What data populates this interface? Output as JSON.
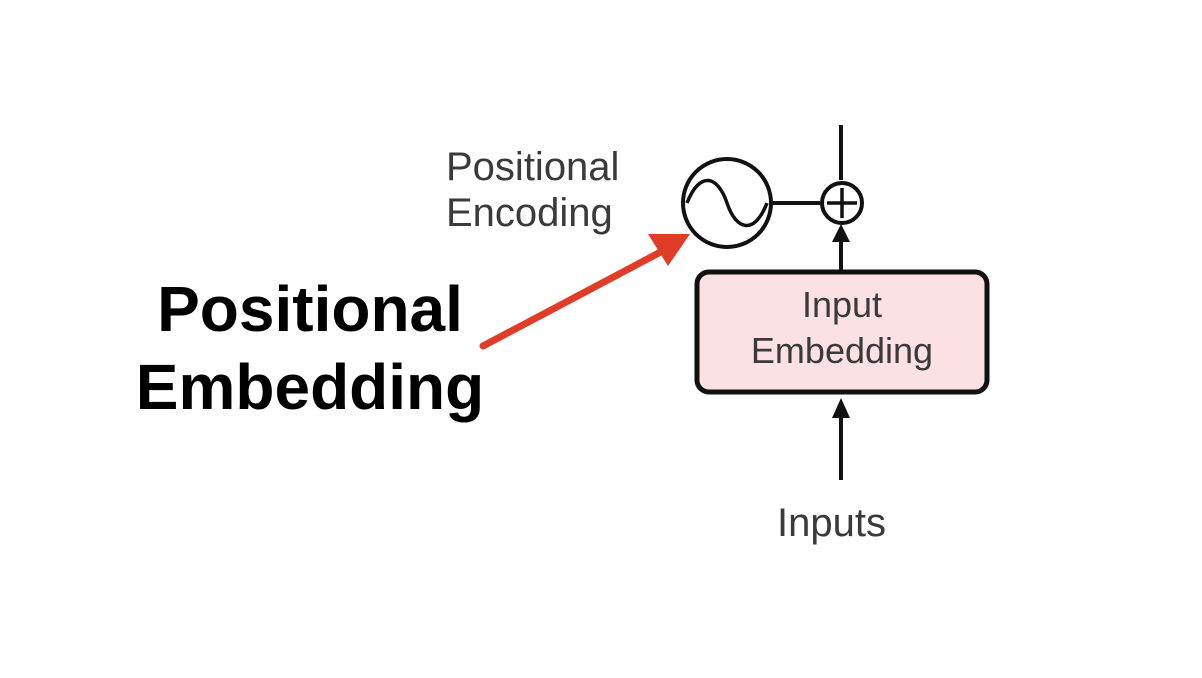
{
  "diagram": {
    "positional_encoding_label": [
      "Positional",
      "Encoding"
    ],
    "input_embedding_label": [
      "Input",
      "Embedding"
    ],
    "inputs_label": "Inputs",
    "annotation": [
      "Positional",
      "Embedding"
    ],
    "colors": {
      "box_fill": "#fbe1e3",
      "stroke": "#111111",
      "annotation_arrow": "#e03c28",
      "label_text": "#3a3a3a",
      "annotation_text": "#000000"
    }
  }
}
